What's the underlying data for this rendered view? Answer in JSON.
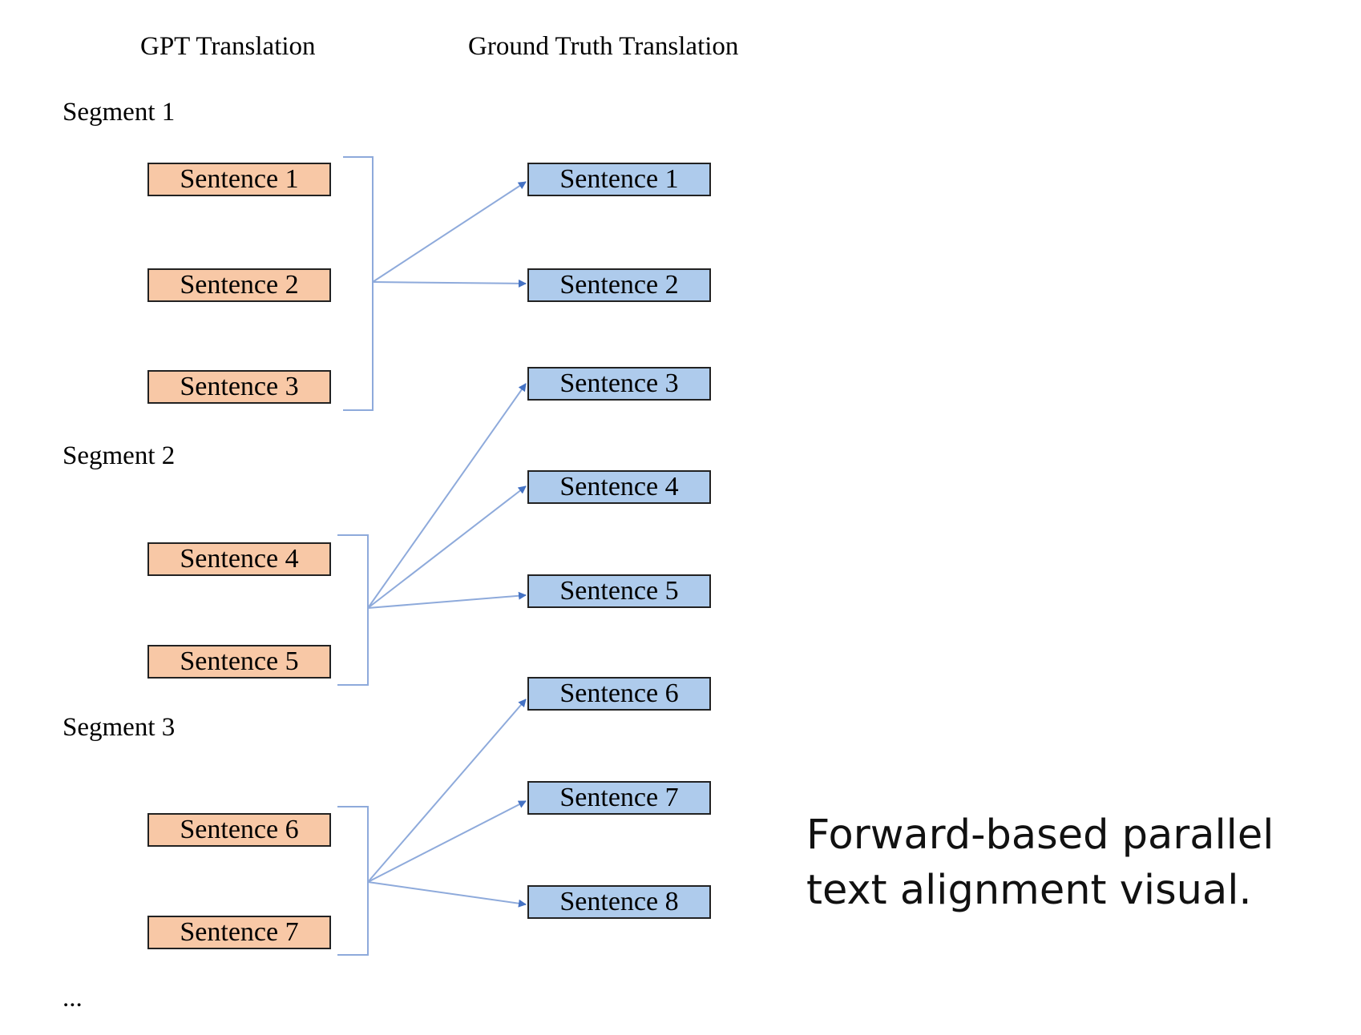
{
  "headers": {
    "gpt": "GPT Translation",
    "ground_truth": "Ground Truth Translation"
  },
  "segments": [
    {
      "label": "Segment 1",
      "gpt_sentences": [
        "Sentence 1",
        "Sentence 2",
        "Sentence 3"
      ],
      "aligned_ground_truth": [
        "Sentence 1",
        "Sentence 2"
      ]
    },
    {
      "label": "Segment 2",
      "gpt_sentences": [
        "Sentence 4",
        "Sentence 5"
      ],
      "aligned_ground_truth": [
        "Sentence 3",
        "Sentence 4",
        "Sentence 5"
      ]
    },
    {
      "label": "Segment 3",
      "gpt_sentences": [
        "Sentence 6",
        "Sentence 7"
      ],
      "aligned_ground_truth": [
        "Sentence 6",
        "Sentence 7",
        "Sentence 8"
      ]
    }
  ],
  "ground_truth_sentences": [
    "Sentence 1",
    "Sentence 2",
    "Sentence 3",
    "Sentence 4",
    "Sentence 5",
    "Sentence 6",
    "Sentence 7",
    "Sentence 8"
  ],
  "continuation": "...",
  "caption": "Forward-based parallel text alignment visual.",
  "colors": {
    "gpt_box": "#f8c8a6",
    "ground_truth_box": "#aecbec",
    "connector": "#4472c4"
  }
}
